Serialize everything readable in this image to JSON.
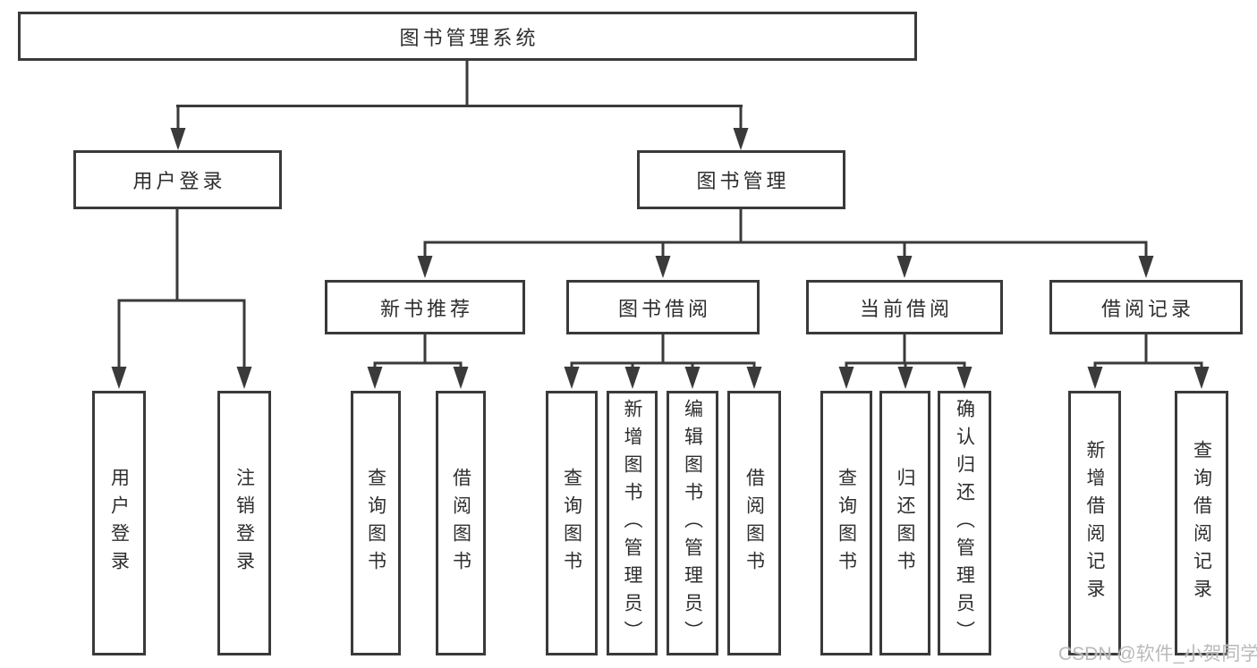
{
  "colors": {
    "line": "#3a3a3a",
    "text": "#2e2e2e",
    "background": "#ffffff",
    "watermark": "#b6b6b6"
  },
  "diagram": {
    "type": "hierarchy-tree",
    "root": {
      "label": "图书管理系统"
    },
    "level2": [
      {
        "label": "用户登录",
        "children": [
          "用户登录",
          "注销登录"
        ]
      },
      {
        "label": "图书管理",
        "groups": [
          {
            "label": "新书推荐",
            "children": [
              "查询图书",
              "借阅图书"
            ]
          },
          {
            "label": "图书借阅",
            "children": [
              "查询图书",
              "新增图书（管理员）",
              "编辑图书（管理员）",
              "借阅图书"
            ]
          },
          {
            "label": "当前借阅",
            "children": [
              "查询图书",
              "归还图书",
              "确认归还（管理员）"
            ]
          },
          {
            "label": "借阅记录",
            "children": [
              "新增借阅记录",
              "查询借阅记录"
            ]
          }
        ]
      }
    ]
  },
  "watermark": {
    "text": "CSDN @软件_小贺同学"
  }
}
